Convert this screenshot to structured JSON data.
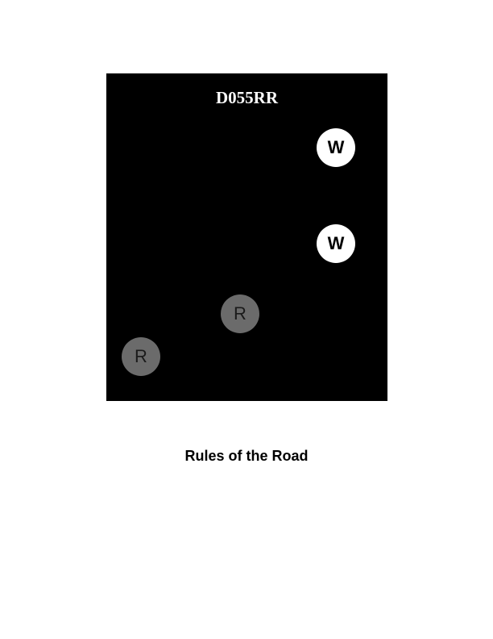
{
  "panel": {
    "title": "D055RR",
    "background": "#000000",
    "lights": [
      {
        "letter": "W",
        "color": "#ffffff",
        "label_color": "#000000"
      },
      {
        "letter": "W",
        "color": "#ffffff",
        "label_color": "#000000"
      },
      {
        "letter": "R",
        "color": "#6b6b6b",
        "label_color": "#1a1a1a"
      },
      {
        "letter": "R",
        "color": "#6b6b6b",
        "label_color": "#1a1a1a"
      }
    ]
  },
  "caption": "Rules of the Road"
}
